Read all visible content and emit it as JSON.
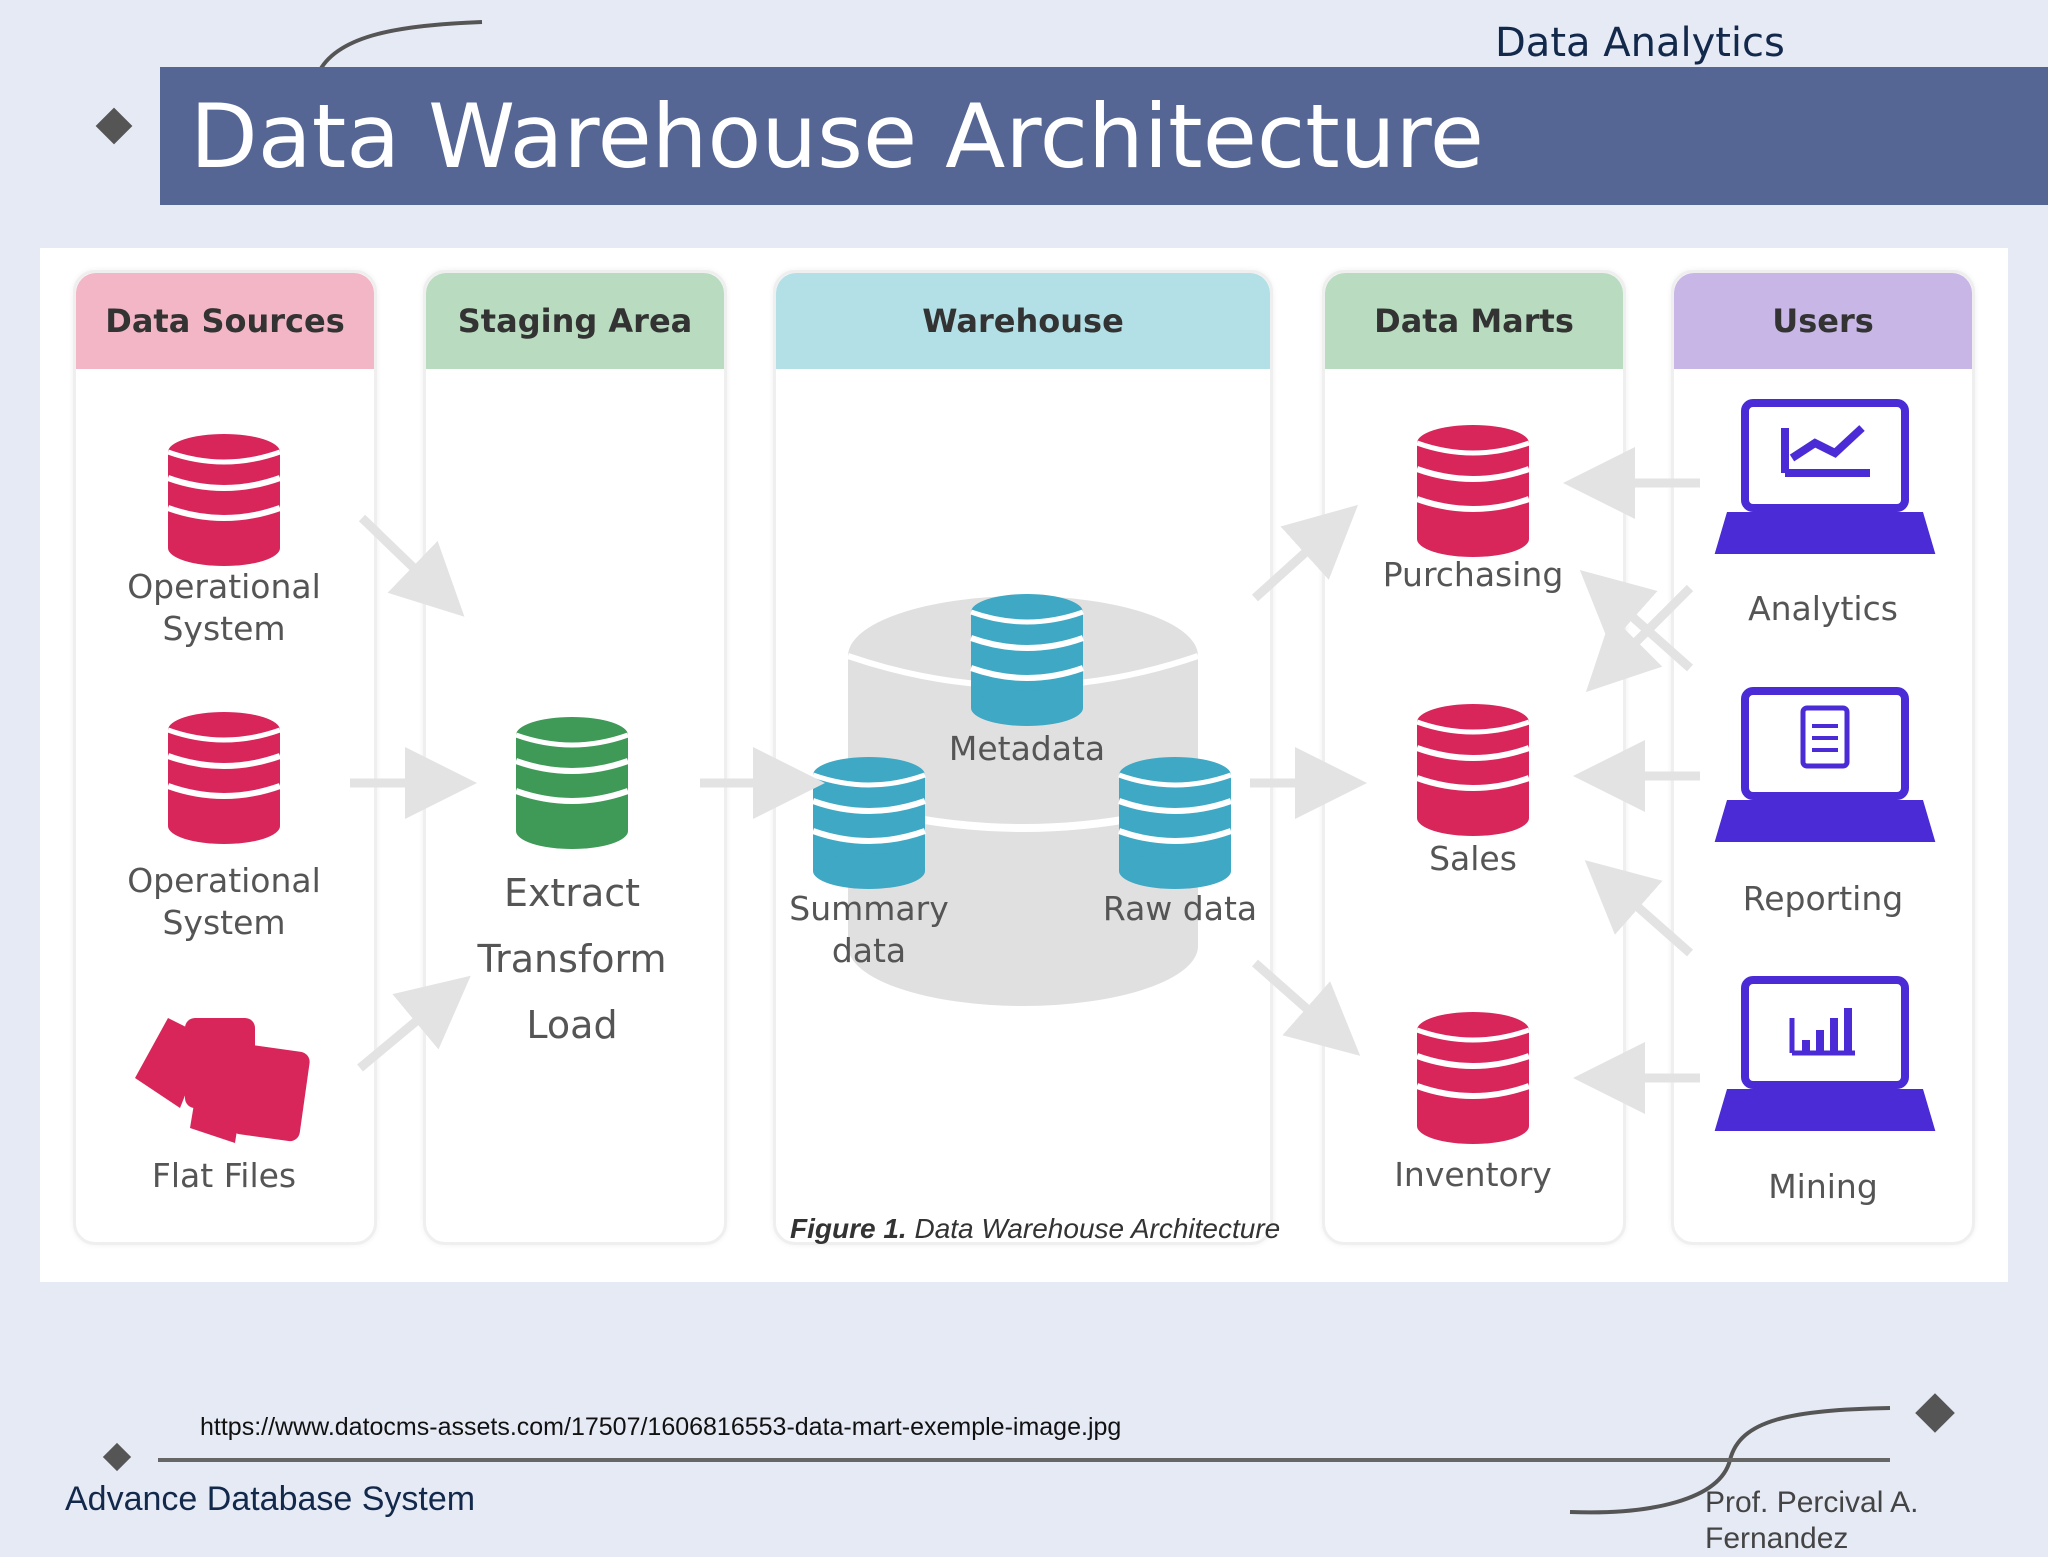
{
  "header": {
    "topic": "Data Analytics",
    "title": "Data Warehouse Architecture"
  },
  "figure": {
    "columns": {
      "sources": "Data Sources",
      "staging": "Staging Area",
      "warehouse": "Warehouse",
      "marts": "Data Marts",
      "users": "Users"
    },
    "sources": {
      "op1_line1": "Operational",
      "op1_line2": "System",
      "op2_line1": "Operational",
      "op2_line2": "System",
      "flat": "Flat Files"
    },
    "staging": {
      "line1": "Extract",
      "line2": "Transform",
      "line3": "Load"
    },
    "warehouse": {
      "metadata": "Metadata",
      "summary_line1": "Summary",
      "summary_line2": "data",
      "raw": "Raw data"
    },
    "marts": {
      "purchasing": "Purchasing",
      "sales": "Sales",
      "inventory": "Inventory"
    },
    "users": {
      "analytics": "Analytics",
      "reporting": "Reporting",
      "mining": "Mining"
    },
    "caption_bold": "Figure 1.",
    "caption_text": " Data Warehouse Architecture",
    "colors": {
      "sources_head": "#f2b6c6",
      "staging_head": "#b9dcc0",
      "warehouse_head": "#b3e0e6",
      "marts_head": "#b9dcc0",
      "users_head": "#c7b6e6",
      "db_red": "#d8265a",
      "db_green": "#3f9a57",
      "db_teal": "#3fa8c4",
      "laptop": "#4a2bd6"
    }
  },
  "footer": {
    "url": "https://www.datocms-assets.com/17507/1606816553-data-mart-exemple-image.jpg",
    "course": "Advance Database System",
    "author_line1": "Prof. Percival A.",
    "author_line2": "Fernandez"
  }
}
